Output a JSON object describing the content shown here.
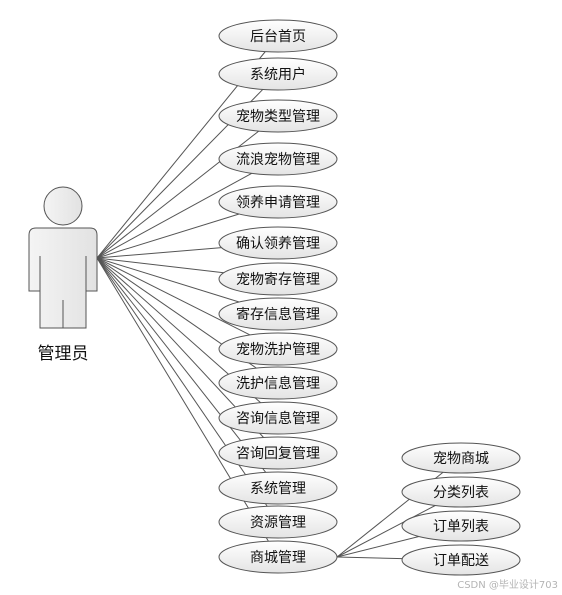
{
  "actor": {
    "label": "管理员"
  },
  "use_cases": [
    "后台首页",
    "系统用户",
    "宠物类型管理",
    "流浪宠物管理",
    "领养申请管理",
    "确认领养管理",
    "宠物寄存管理",
    "寄存信息管理",
    "宠物洗护管理",
    "洗护信息管理",
    "咨询信息管理",
    "咨询回复管理",
    "系统管理",
    "资源管理",
    "商城管理"
  ],
  "mall_sub_use_cases": [
    "宠物商城",
    "分类列表",
    "订单列表",
    "订单配送"
  ],
  "watermark": "CSDN @毕业设计703",
  "colors": {
    "ellipse_fill_light": "#ffffff",
    "ellipse_fill_dark": "#e4e4e4",
    "stroke": "#555555"
  }
}
